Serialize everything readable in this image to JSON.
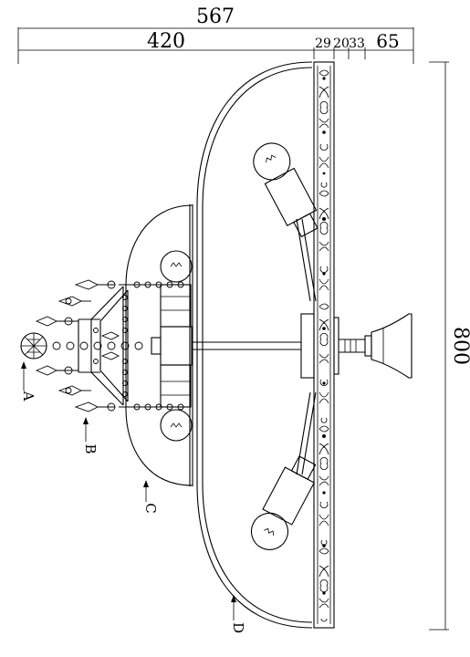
{
  "dimensions": {
    "total_width": "567",
    "seg_1": "420",
    "seg_2": "29",
    "seg_3": "20",
    "seg_4": "33",
    "seg_5": "65",
    "height": "800"
  },
  "callouts": {
    "a": "A",
    "b": "B",
    "c": "C",
    "d": "D"
  },
  "colors": {
    "line": "#000000",
    "background": "#ffffff"
  }
}
